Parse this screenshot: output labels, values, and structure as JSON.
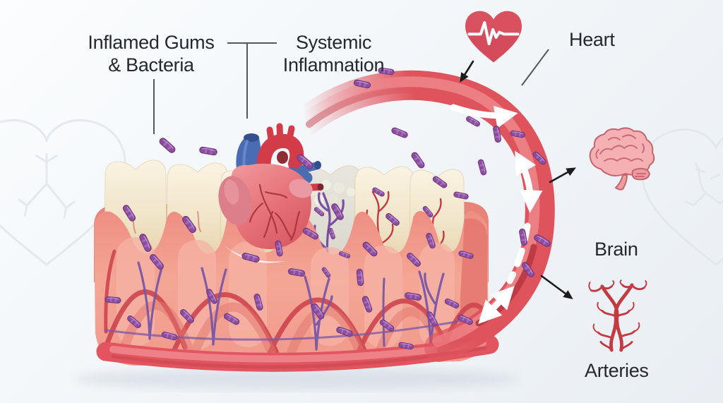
{
  "labels": {
    "inflamed_gums_line1": "Inflamed Gums",
    "inflamed_gums_line2": "& Bacteria",
    "systemic_line1": "Systemic",
    "systemic_line2": "Inflamnation",
    "heart": "Heart",
    "brain": "Brain",
    "arteries": "Arteries"
  },
  "icons": {
    "heart_icon": "ecg-heart-icon",
    "brain_icon": "brain-icon",
    "arteries_icon": "arteries-icon"
  },
  "colors": {
    "text": "#25282c",
    "background_top": "#fbfdfe",
    "background_bottom": "#e9eef3",
    "heart_icon_red": "#d9515f",
    "ecg_line_white": "#ffffff",
    "vessel_red": "#df535c",
    "vessel_highlight": "#ee8489",
    "gum_pink": "#f09589",
    "gum_dark": "#e8837a",
    "tooth_cream": "#f2e8d3",
    "gray_tooth": "#dedcd2",
    "bacteria_purple": "#8c4d9d",
    "vein_purple": "#7a57a6",
    "artery_branch_red": "#c43a42",
    "brain_pink": "#f5b0b4",
    "connector_gray": "#54565a",
    "arrow_black": "#1b1c1e",
    "flow_arrow_white": "#ffffff"
  }
}
